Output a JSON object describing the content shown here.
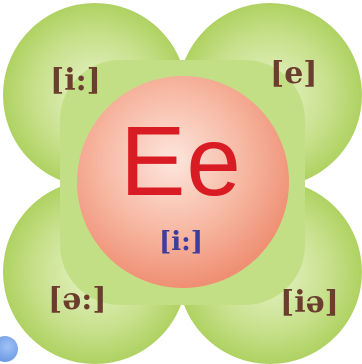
{
  "letter": "Ee",
  "center_phonetic": "[i:]",
  "petals": {
    "top_left": "[i:]",
    "top_right": "[e]",
    "bottom_left": "[ə:]",
    "bottom_right": "[iə]"
  },
  "colors": {
    "petal": "#a8cc4a",
    "petal_light": "#d6ebb0",
    "circle": "#f4a18c",
    "letter": "#d91c24",
    "phonetic": "#6b3d2e",
    "center_phonetic": "#3f3d9b"
  }
}
